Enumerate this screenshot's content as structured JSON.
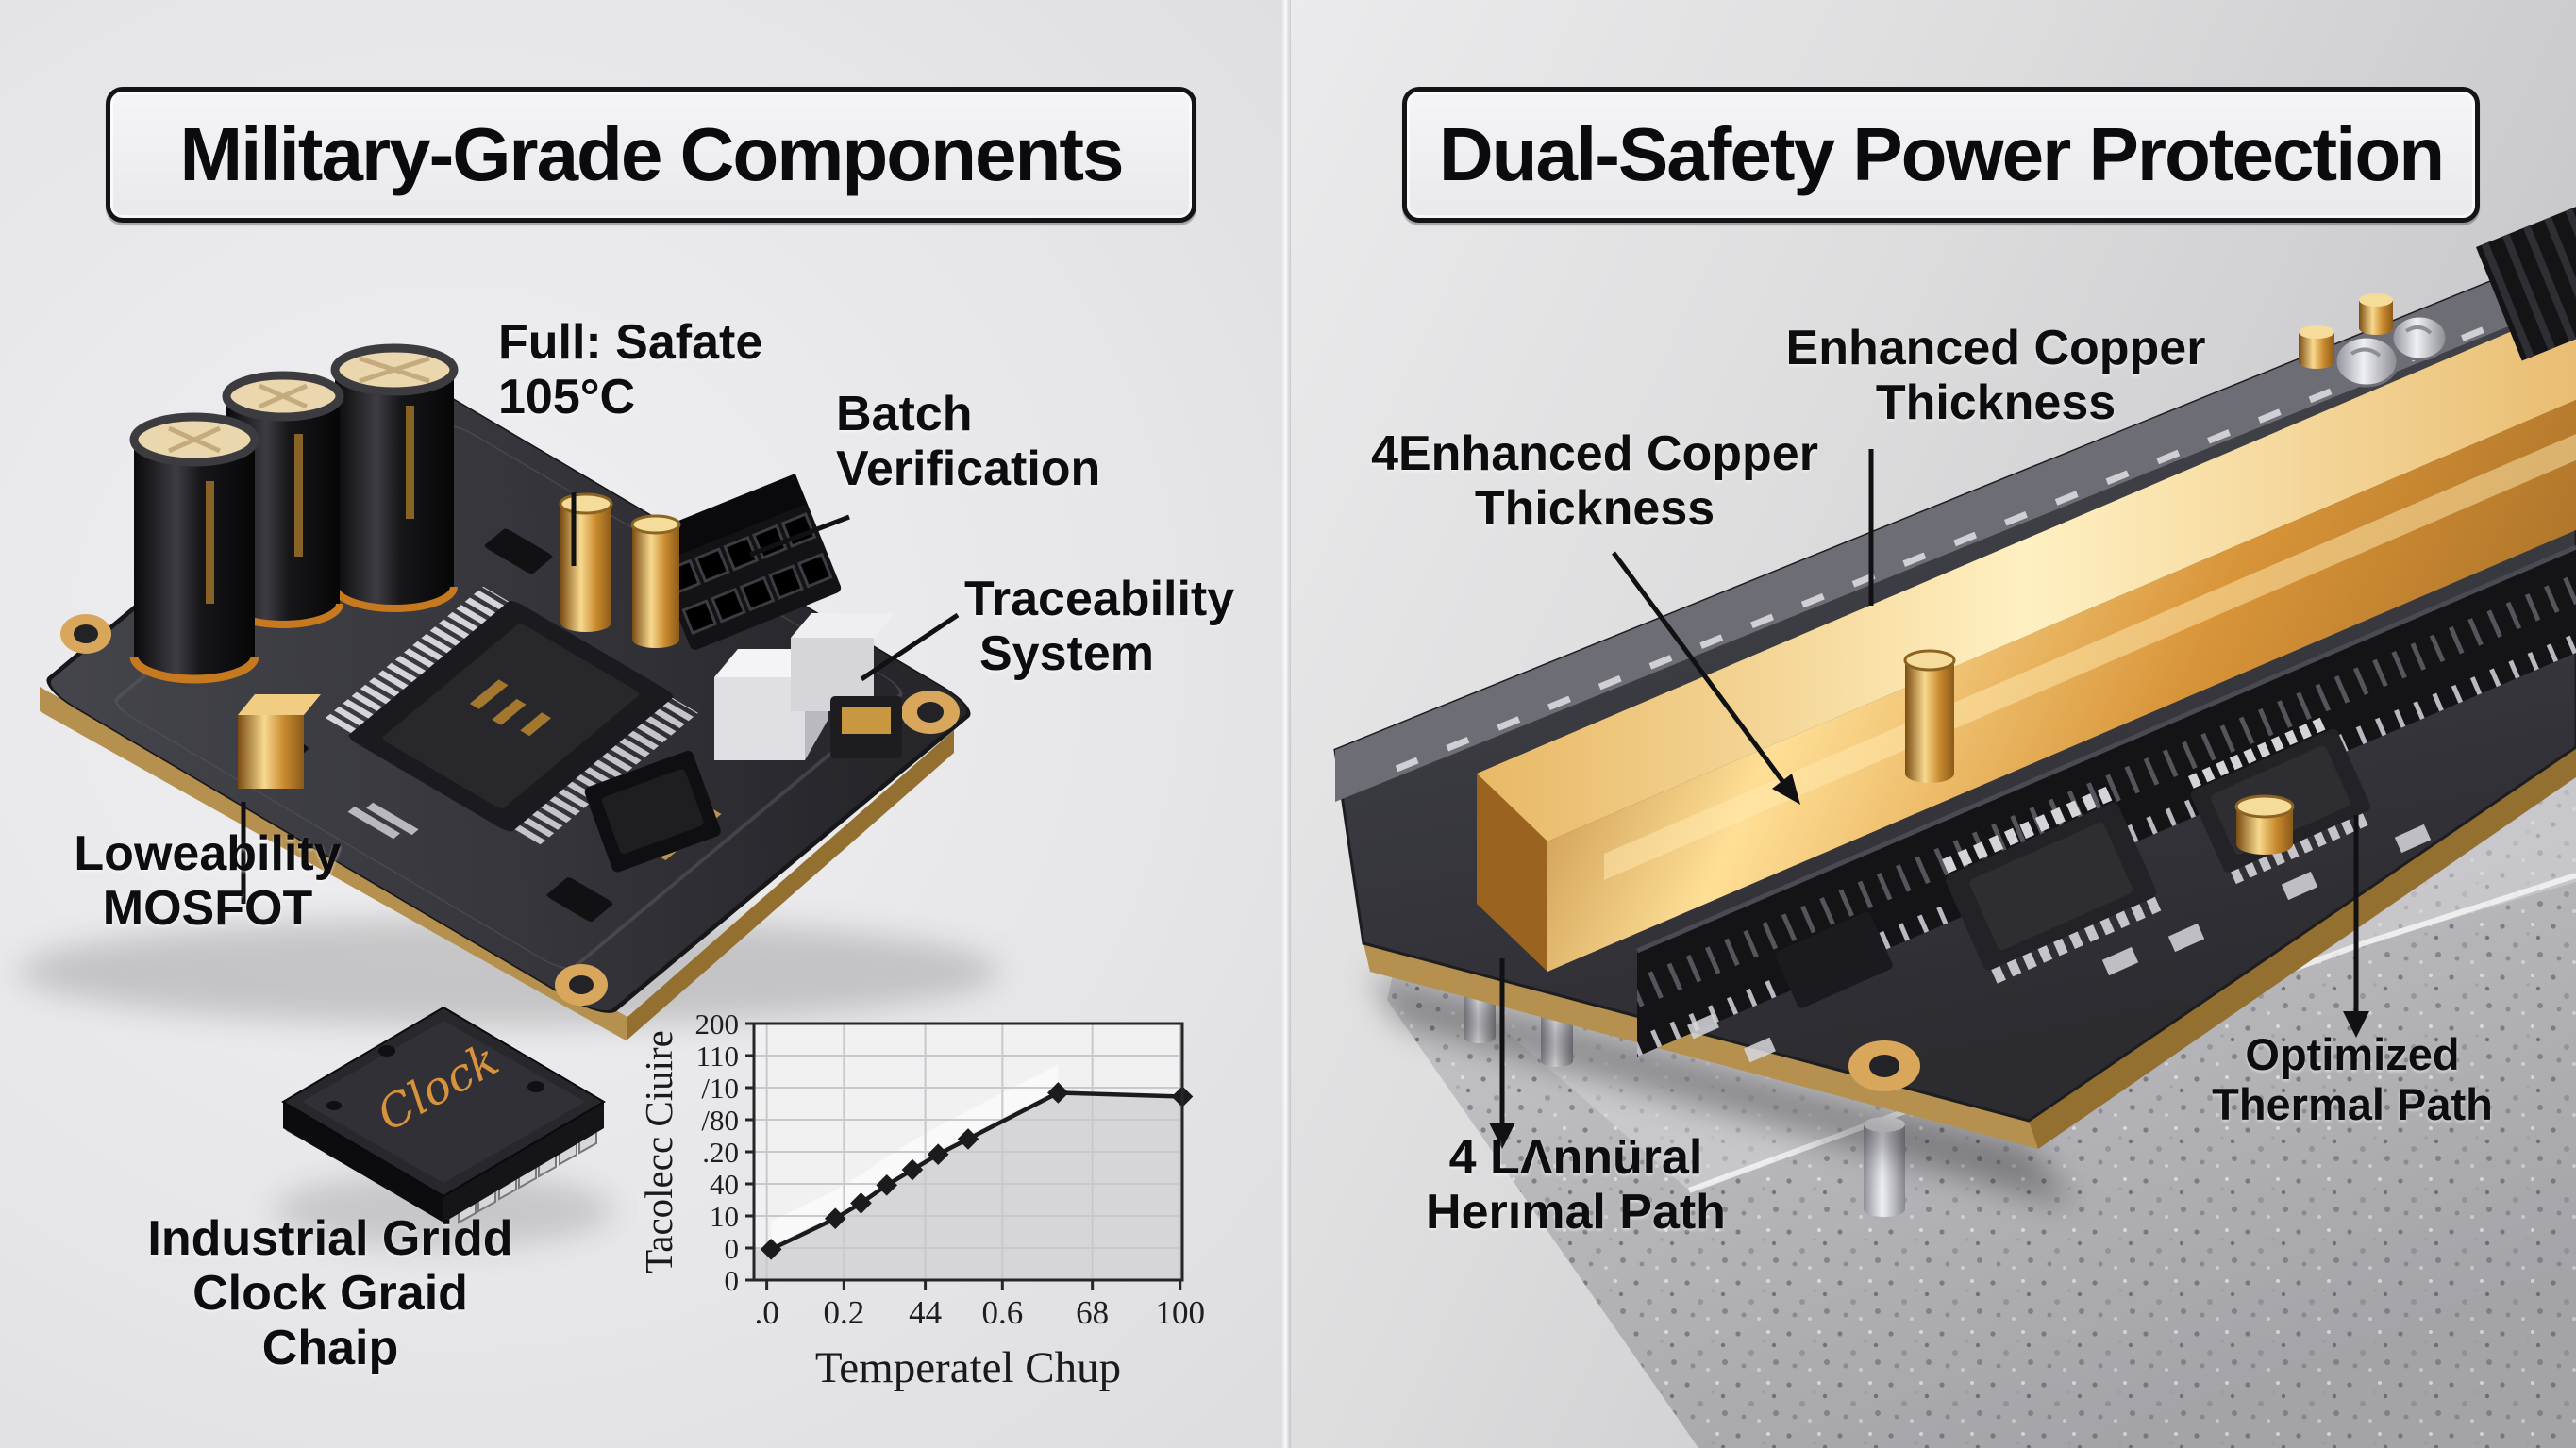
{
  "left_panel": {
    "title": "Military-Grade Components",
    "annotations": {
      "cap_rating": [
        "Full: Safate",
        "105°C"
      ],
      "batch": [
        "Batch",
        "Verification"
      ],
      "traceability": [
        "Traceability",
        "System"
      ],
      "mosfet": [
        "Loweability",
        "MOSFOT"
      ],
      "clock_chip": [
        "Industrial Gridd",
        "Clock Graid",
        "Chaip"
      ]
    },
    "chip_label": "Clock"
  },
  "right_panel": {
    "title": "Dual-Safety Power Protection",
    "annotations": {
      "copper_top": [
        "Enhanced Copper",
        "Thickness"
      ],
      "copper_left": [
        "4Enhanced Copper",
        "Thickness"
      ],
      "thermal_left": [
        "4 LΛnnüral",
        "Herımal Path"
      ],
      "thermal_right": [
        "Optimized",
        "Thermal Path"
      ]
    }
  },
  "palette": {
    "background": "#e9e9eb",
    "label_text": "#0d0d0f",
    "pcb_dark": "#36363c",
    "board_edge_gold": "#b5904e",
    "gold_accent": "#d8a14a",
    "copper": "#e0a14e",
    "capacitor_top": "#ead7ae",
    "granite": "#b5b5b9",
    "silver": "#d7d7db"
  },
  "chart_data": {
    "type": "line",
    "title": "",
    "xlabel": "Temperatel Chup",
    "ylabel": "Tacolecc Ciuire",
    "x_tick_labels": [
      ".0",
      "0.2",
      "44",
      "0.6",
      "68",
      "100"
    ],
    "x_tick_fracs": [
      0.03,
      0.21,
      0.4,
      0.58,
      0.79,
      0.995
    ],
    "y_tick_labels": [
      "200",
      "110",
      "/10",
      "/80",
      ".20",
      "40",
      "10",
      "0",
      "0"
    ],
    "points_frac": [
      [
        0.04,
        0.12
      ],
      [
        0.19,
        0.24
      ],
      [
        0.25,
        0.3
      ],
      [
        0.31,
        0.37
      ],
      [
        0.37,
        0.43
      ],
      [
        0.43,
        0.49
      ],
      [
        0.5,
        0.55
      ],
      [
        0.71,
        0.73
      ],
      [
        1.0,
        0.715
      ]
    ],
    "line_color": "#1b1b1e",
    "marker": "diamond",
    "grid": true,
    "legend_position": "none",
    "plot_bg_light": "#f1f1f2",
    "plot_bg_dark": "#d6d6d9"
  }
}
